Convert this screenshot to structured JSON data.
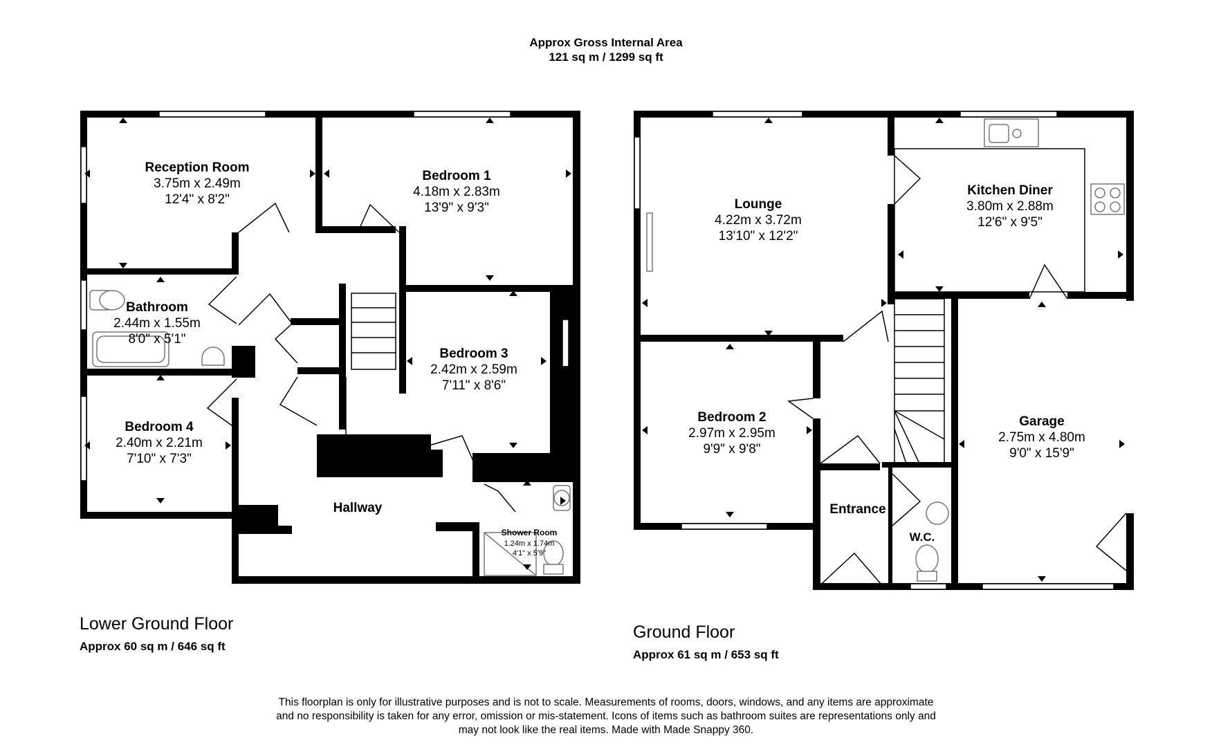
{
  "header": {
    "title": "Approx Gross Internal Area",
    "area": "121 sq m / 1299 sq ft"
  },
  "floors": [
    {
      "title": "Lower Ground Floor",
      "area": "Approx 60 sq m / 646 sq ft",
      "rooms": [
        {
          "name": "Reception Room",
          "metric": "3.75m x 2.49m",
          "imperial": "12'4\" x 8'2\""
        },
        {
          "name": "Bedroom 1",
          "metric": "4.18m x 2.83m",
          "imperial": "13'9\" x 9'3\""
        },
        {
          "name": "Bathroom",
          "metric": "2.44m x 1.55m",
          "imperial": "8'0\" x 5'1\""
        },
        {
          "name": "Bedroom 3",
          "metric": "2.42m x 2.59m",
          "imperial": "7'11\" x 8'6\""
        },
        {
          "name": "Bedroom 4",
          "metric": "2.40m x 2.21m",
          "imperial": "7'10\" x 7'3\""
        },
        {
          "name": "Hallway"
        },
        {
          "name": "Shower Room",
          "metric": "1.24m x 1.74m",
          "imperial": "4'1\" x 5'9\""
        }
      ]
    },
    {
      "title": "Ground Floor",
      "area": "Approx 61 sq m / 653 sq ft",
      "rooms": [
        {
          "name": "Lounge",
          "metric": "4.22m x 3.72m",
          "imperial": "13'10\" x 12'2\""
        },
        {
          "name": "Kitchen Diner",
          "metric": "3.80m x 2.88m",
          "imperial": "12'6\" x 9'5\""
        },
        {
          "name": "Bedroom 2",
          "metric": "2.97m x 2.95m",
          "imperial": "9'9\" x 9'8\""
        },
        {
          "name": "Garage",
          "metric": "2.75m x 4.80m",
          "imperial": "9'0\" x 15'9\""
        },
        {
          "name": "Entrance"
        },
        {
          "name": "W.C."
        }
      ]
    }
  ],
  "disclaimer": [
    "This floorplan is only for illustrative purposes and is not to scale. Measurements of rooms, doors, windows, and any items are approximate",
    "and no responsibility is taken for any error, omission or mis-statement. Icons of items such as bathroom suites are representations only and",
    "may not look like the real items. Made with Made Snappy 360."
  ],
  "colors": {
    "wall": "#000000",
    "fixture": "#888888",
    "background": "#ffffff"
  }
}
